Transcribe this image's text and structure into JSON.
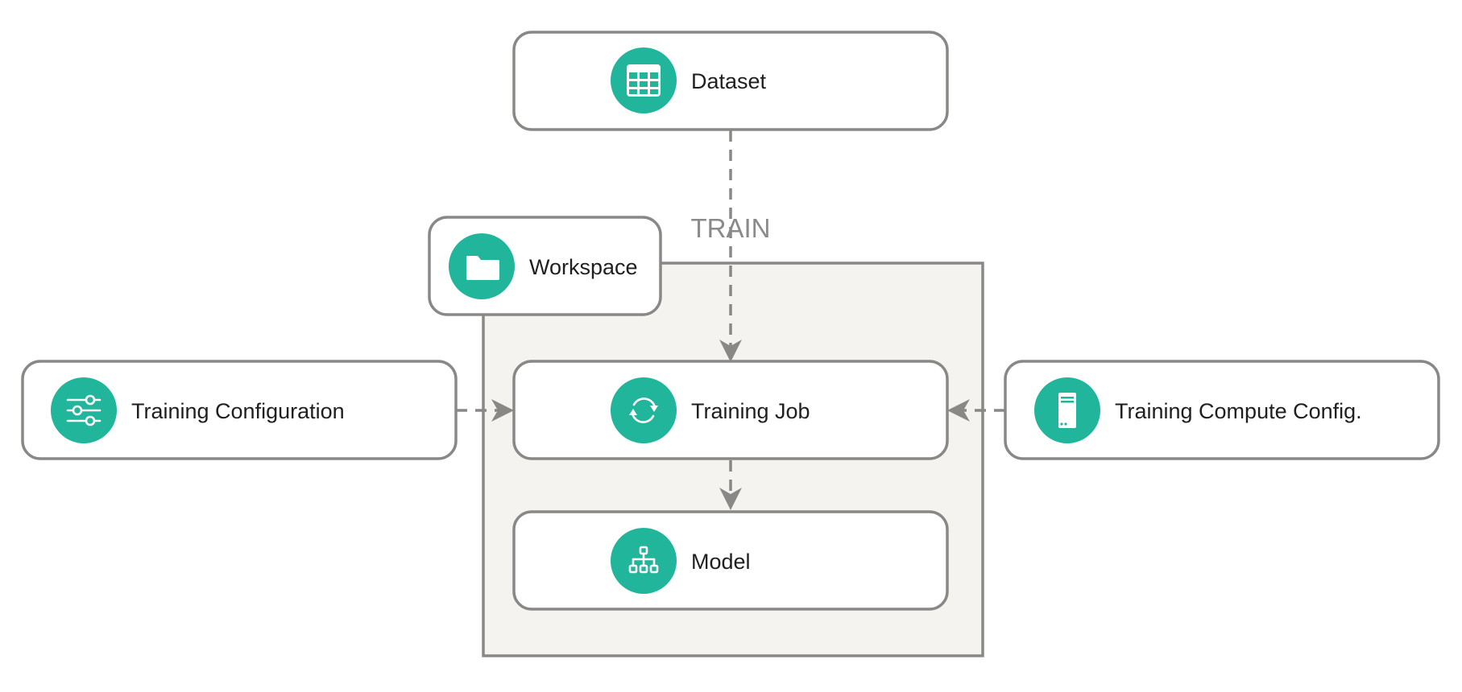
{
  "diagram": {
    "group": {
      "label": "Workspace",
      "icon": "folder-icon"
    },
    "nodes": {
      "dataset": {
        "label": "Dataset",
        "icon": "table-icon"
      },
      "training_job": {
        "label": "Training Job",
        "icon": "refresh-icon"
      },
      "model": {
        "label": "Model",
        "icon": "hierarchy-icon"
      },
      "training_configuration": {
        "label": "Training Configuration",
        "icon": "sliders-icon"
      },
      "training_compute_config": {
        "label": "Training Compute Config.",
        "icon": "server-icon"
      }
    },
    "edges": [
      {
        "from": "dataset",
        "to": "training_job",
        "label": "TRAIN",
        "style": "dashed"
      },
      {
        "from": "training_job",
        "to": "model",
        "label": "",
        "style": "dashed"
      },
      {
        "from": "training_configuration",
        "to": "training_job",
        "label": "",
        "style": "dashed"
      },
      {
        "from": "training_compute_config",
        "to": "training_job",
        "label": "",
        "style": "dashed"
      }
    ],
    "colors": {
      "icon_fill": "#21b59b",
      "border": "#8a8886",
      "group_fill": "#f5f3ef",
      "label_text": "#1f1f1f",
      "edge_label_text": "#8a8a8a"
    }
  }
}
